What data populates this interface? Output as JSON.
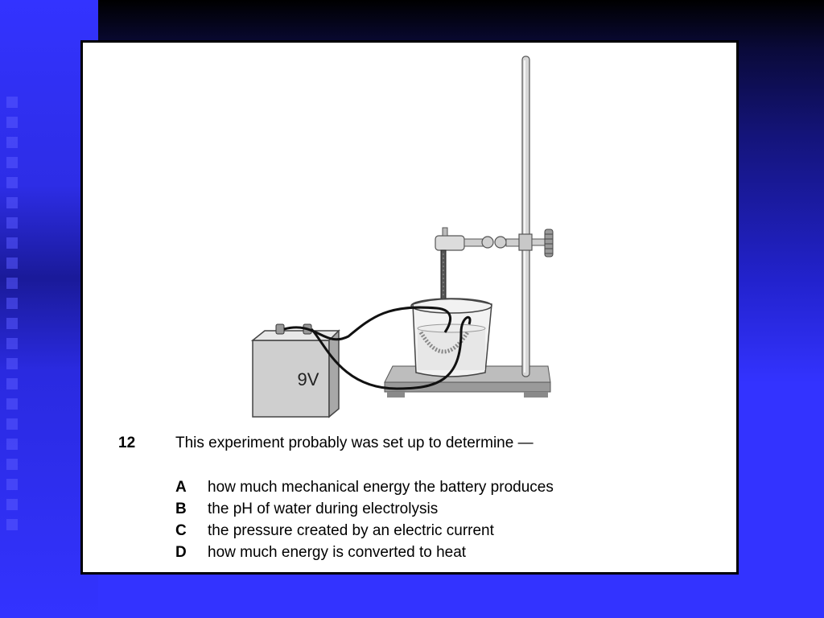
{
  "question": {
    "number": "12",
    "text": "This experiment probably was set up to determine —",
    "options": [
      {
        "letter": "A",
        "text": "how much mechanical energy the battery produces"
      },
      {
        "letter": "B",
        "text": "the pH of water during electrolysis"
      },
      {
        "letter": "C",
        "text": "the pressure created by an electric current"
      },
      {
        "letter": "D",
        "text": "how much energy is converted to heat"
      }
    ]
  },
  "figure": {
    "battery_label": "9V"
  },
  "colors": {
    "background_blue": "#3333ff",
    "card": "#ffffff",
    "border": "#000000"
  }
}
